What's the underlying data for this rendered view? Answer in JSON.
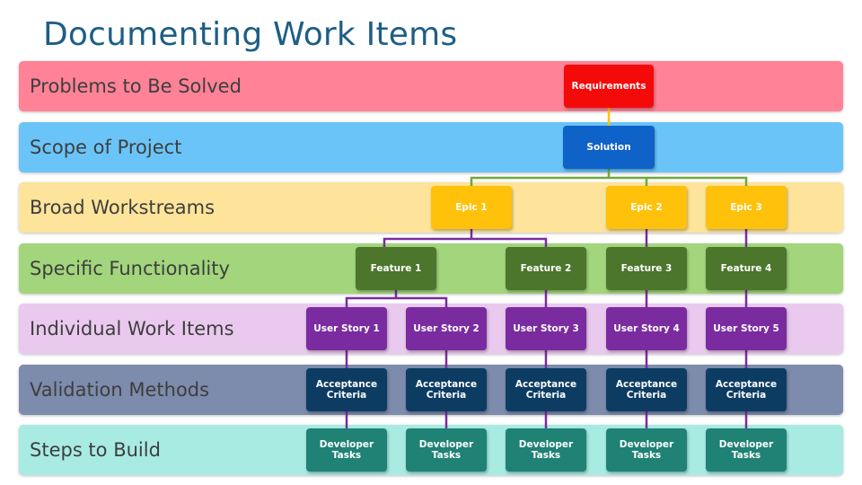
{
  "title": "Documenting Work Items",
  "bands": [
    {
      "label": "Problems to Be Solved",
      "color": "#ff8296"
    },
    {
      "label": "Scope of Project",
      "color": "#6ac4f8"
    },
    {
      "label": "Broad Workstreams",
      "color": "#fde49a"
    },
    {
      "label": "Specific Functionality",
      "color": "#a2d57c"
    },
    {
      "label": "Individual Work Items",
      "color": "#e9c9ee"
    },
    {
      "label": "Validation Methods",
      "color": "#7d8bac"
    },
    {
      "label": "Steps to Build",
      "color": "#a8ebe2"
    }
  ],
  "node_colors": {
    "requirements": "#f50a0a",
    "solution": "#0f62c8",
    "epic": "#ffc10a",
    "feature": "#4b762c",
    "story": "#7a2b9f",
    "criteria": "#0d3c63",
    "tasks": "#1f8275"
  },
  "connector_colors": {
    "requirements_to_solution": "#ffc10a",
    "solution_to_epics": "#6fa83d",
    "default": "#7a2b9f"
  },
  "nodes": {
    "requirements": "Requirements",
    "solution": "Solution",
    "epics": [
      "Epic 1",
      "Epic 2",
      "Epic 3"
    ],
    "features": [
      "Feature 1",
      "Feature 2",
      "Feature 3",
      "Feature 4"
    ],
    "stories": [
      "User Story 1",
      "User Story 2",
      "User Story 3",
      "User Story 4",
      "User Story 5"
    ],
    "criteria": [
      "Acceptance Criteria",
      "Acceptance Criteria",
      "Acceptance Criteria",
      "Acceptance Criteria",
      "Acceptance Criteria"
    ],
    "tasks": [
      "Developer Tasks",
      "Developer Tasks",
      "Developer Tasks",
      "Developer Tasks",
      "Developer Tasks"
    ]
  }
}
